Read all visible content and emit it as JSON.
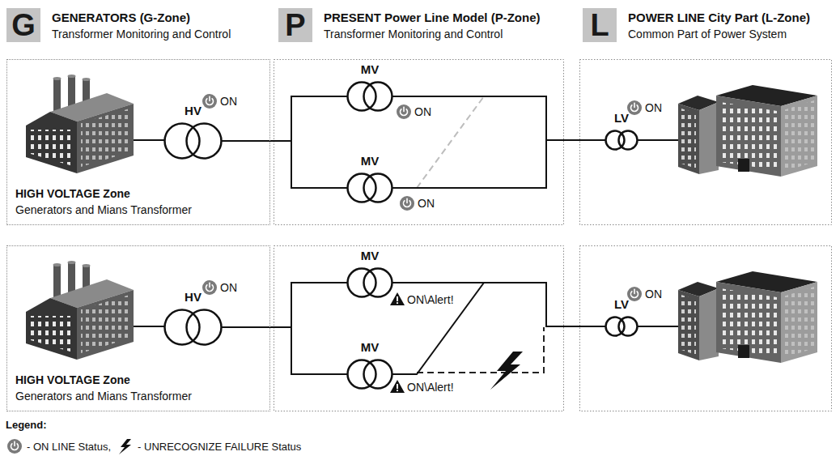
{
  "diagram": {
    "nodes": [
      {
        "text": [
          "G",
          "GENERATORS (G-Zone)",
          "Transformer Monitoring and Control"
        ]
      },
      {
        "text": [
          "P",
          "PRESENT Power Line Model (P-Zone)",
          "Transformer Monitoring and Control"
        ]
      },
      {
        "text": [
          "L",
          "POWER LINE City Part (L-Zone)",
          "Common Part of Power System"
        ]
      },
      {
        "text": [
          "HIGH VOLTAGE Zone",
          "Generators and Mians Transformer"
        ]
      },
      {
        "text": [
          "HV"
        ],
        "in": 3
      },
      {
        "text": [
          "MV"
        ]
      },
      {
        "text": [
          "MV"
        ]
      },
      {
        "text": [
          "LV"
        ]
      },
      {
        "text": [
          "HIGH VOLTAGE Zone",
          "Generators and Mians Transformer"
        ]
      },
      {
        "text": [
          "HV"
        ],
        "in": 8
      },
      {
        "text": [
          "MV"
        ]
      },
      {
        "text": [
          "MV"
        ]
      },
      {
        "text": [
          "LV"
        ]
      }
    ],
    "edges": [
      {
        "from": 4,
        "to": 5,
        "arrow": "none"
      },
      {
        "from": 4,
        "to": 6,
        "arrow": "none"
      },
      {
        "from": 5,
        "to": 7,
        "arrow": "none"
      },
      {
        "from": 6,
        "to": 7,
        "arrow": "none"
      },
      {
        "from": 9,
        "to": 10,
        "arrow": "none"
      },
      {
        "from": 9,
        "to": 11,
        "arrow": "none"
      },
      {
        "from": 10,
        "to": 12,
        "arrow": "none"
      },
      {
        "from": 11,
        "to": 12,
        "arrow": "none"
      }
    ],
    "labels": [
      "ON",
      "ON",
      "ON",
      "ON",
      "ON",
      "ON\\Alert!",
      "ON\\Alert!",
      "ON",
      "Legend:"
    ],
    "legend": [
      {
        "text": "- ON LINE Status,"
      },
      {
        "text": "- UNRECOGNIZE FAILURE Status"
      }
    ]
  }
}
